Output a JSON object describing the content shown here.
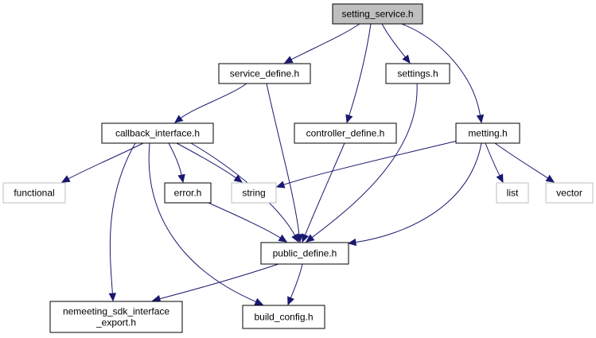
{
  "diagram": {
    "nodes": [
      {
        "id": "setting_service",
        "lines": [
          "setting_service.h"
        ],
        "kind": "root"
      },
      {
        "id": "service_define",
        "lines": [
          "service_define.h"
        ],
        "kind": "file"
      },
      {
        "id": "settings",
        "lines": [
          "settings.h"
        ],
        "kind": "file"
      },
      {
        "id": "callback_interface",
        "lines": [
          "callback_interface.h"
        ],
        "kind": "file"
      },
      {
        "id": "controller_define",
        "lines": [
          "controller_define.h"
        ],
        "kind": "file"
      },
      {
        "id": "metting",
        "lines": [
          "metting.h"
        ],
        "kind": "file"
      },
      {
        "id": "functional",
        "lines": [
          "functional"
        ],
        "kind": "external"
      },
      {
        "id": "error",
        "lines": [
          "error.h"
        ],
        "kind": "file"
      },
      {
        "id": "string",
        "lines": [
          "string"
        ],
        "kind": "external"
      },
      {
        "id": "list",
        "lines": [
          "list"
        ],
        "kind": "external"
      },
      {
        "id": "vector",
        "lines": [
          "vector"
        ],
        "kind": "external"
      },
      {
        "id": "public_define",
        "lines": [
          "public_define.h"
        ],
        "kind": "file"
      },
      {
        "id": "nemeeting_sdk_interface_export",
        "lines": [
          "nemeeting_sdk_interface",
          "_export.h"
        ],
        "kind": "file"
      },
      {
        "id": "build_config",
        "lines": [
          "build_config.h"
        ],
        "kind": "file"
      }
    ],
    "edges": [
      {
        "from": "setting_service",
        "to": "service_define"
      },
      {
        "from": "setting_service",
        "to": "controller_define"
      },
      {
        "from": "setting_service",
        "to": "settings"
      },
      {
        "from": "setting_service",
        "to": "metting"
      },
      {
        "from": "service_define",
        "to": "callback_interface"
      },
      {
        "from": "service_define",
        "to": "public_define"
      },
      {
        "from": "callback_interface",
        "to": "functional"
      },
      {
        "from": "callback_interface",
        "to": "error"
      },
      {
        "from": "callback_interface",
        "to": "string"
      },
      {
        "from": "callback_interface",
        "to": "public_define"
      },
      {
        "from": "callback_interface",
        "to": "nemeeting_sdk_interface_export"
      },
      {
        "from": "callback_interface",
        "to": "build_config"
      },
      {
        "from": "controller_define",
        "to": "public_define"
      },
      {
        "from": "settings",
        "to": "public_define"
      },
      {
        "from": "metting",
        "to": "string"
      },
      {
        "from": "metting",
        "to": "list"
      },
      {
        "from": "metting",
        "to": "vector"
      },
      {
        "from": "metting",
        "to": "public_define"
      },
      {
        "from": "error",
        "to": "public_define"
      },
      {
        "from": "public_define",
        "to": "nemeeting_sdk_interface_export"
      },
      {
        "from": "public_define",
        "to": "build_config"
      }
    ]
  }
}
